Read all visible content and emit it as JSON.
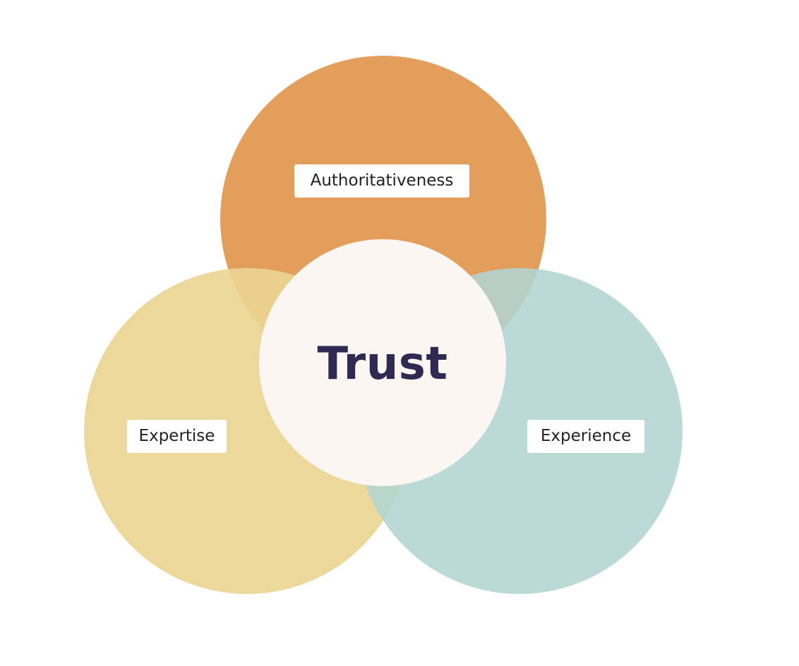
{
  "diagram": {
    "center": {
      "label": "Trust"
    },
    "circles": [
      {
        "label": "Authoritativeness",
        "color": "#e39e5c"
      },
      {
        "label": "Expertise",
        "color": "#ebd491"
      },
      {
        "label": "Experience",
        "color": "#b2d5d2"
      }
    ],
    "center_color": "#fbf6f1",
    "center_text_color": "#2f2a52"
  }
}
